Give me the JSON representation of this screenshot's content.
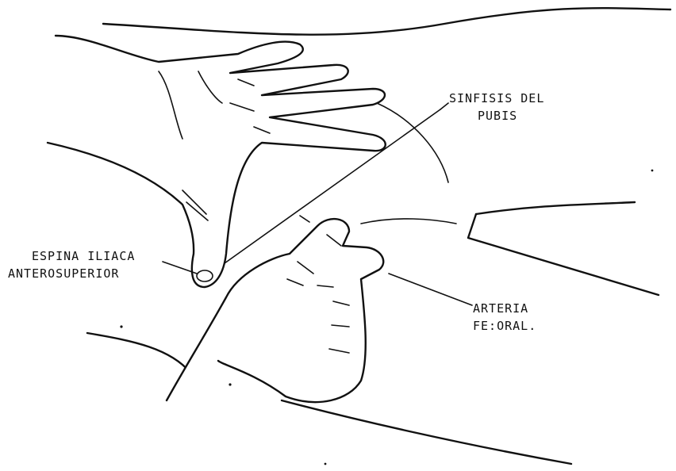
{
  "labels": {
    "sinfisis_line1": "SINFISIS DEL",
    "sinfisis_line2": "PUBIS",
    "espina_line1": "ESPINA ILIACA",
    "espina_line2": "ANTEROSUPERIOR",
    "arteria_line1": "ARTERIA",
    "arteria_line2": "FE:ORAL."
  }
}
